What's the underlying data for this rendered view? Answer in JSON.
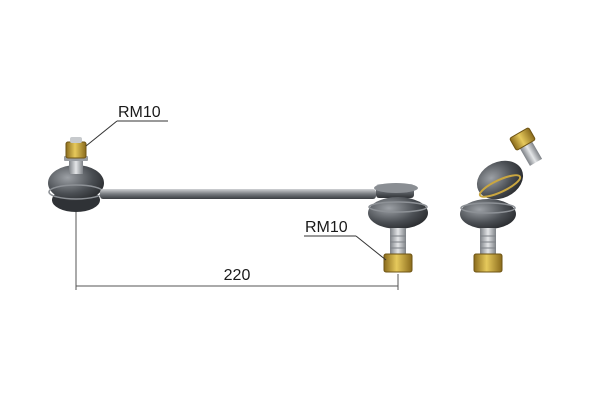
{
  "diagram": {
    "callouts": [
      {
        "text": "RM10"
      },
      {
        "text": "RM10"
      }
    ],
    "dimension": {
      "value": "220"
    }
  },
  "colors": {
    "background": "#ffffff",
    "steel_dark": "#3a3d42",
    "steel_mid": "#6b6f75",
    "steel_light": "#b9bcc0",
    "brass": "#c9a640",
    "brass_dark": "#8a6b1c",
    "dim_line": "#555555"
  }
}
